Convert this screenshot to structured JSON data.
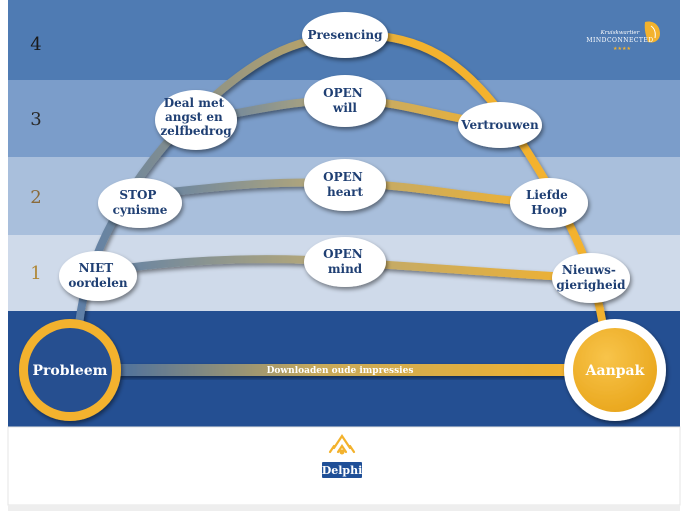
{
  "levels": [
    {
      "number": "4",
      "color": "#1a1a1a"
    },
    {
      "number": "3",
      "color": "#2a2a2a"
    },
    {
      "number": "2",
      "color": "#8a6a3a"
    },
    {
      "number": "1",
      "color": "#b08838"
    }
  ],
  "nodes": {
    "presencing": [
      "Presencing"
    ],
    "deal_met_angst": [
      "Deal met",
      "angst en",
      "zelfbedrog"
    ],
    "open_will": [
      "OPEN",
      "will"
    ],
    "vertrouwen": [
      "Vertrouwen"
    ],
    "stop_cynisme": [
      "STOP",
      "cynisme"
    ],
    "open_heart": [
      "OPEN",
      "heart"
    ],
    "liefde_hoop": [
      "Liefde",
      "Hoop"
    ],
    "niet_oordelen": [
      "NIET",
      "oordelen"
    ],
    "open_mind": [
      "OPEN",
      "mind"
    ],
    "nieuwsgierigheid": [
      "Nieuws-",
      "gierigheid"
    ]
  },
  "endpoints": {
    "probleem": "Probleem",
    "aanpak": "Aanpak"
  },
  "bottom_bar_label": "Downloaden oude impressies",
  "logo_top": {
    "line1": "Kruiskwartier",
    "line2": "MINDCONNECTED",
    "stars": "★★★★"
  },
  "logo_bottom": {
    "name": "Delphi"
  },
  "colors": {
    "band4": "#4f7bb3",
    "band3": "#7b9dca",
    "band2": "#a9bfdc",
    "band1": "#cfdaea",
    "base": "#244f92",
    "gold": "#f3b22d",
    "steel": "#5f80a8"
  }
}
